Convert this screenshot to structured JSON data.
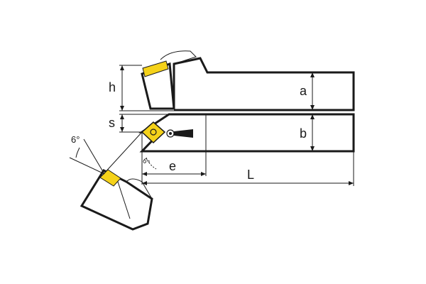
{
  "colors": {
    "line": "#1a1a1a",
    "insert": "#f5d21a",
    "background": "#ffffff"
  },
  "labels": {
    "h": "h",
    "s": "s",
    "a": "a",
    "b": "b",
    "e": "e",
    "L": "L",
    "angle_top": "6°",
    "angle_bottom": "6°"
  }
}
